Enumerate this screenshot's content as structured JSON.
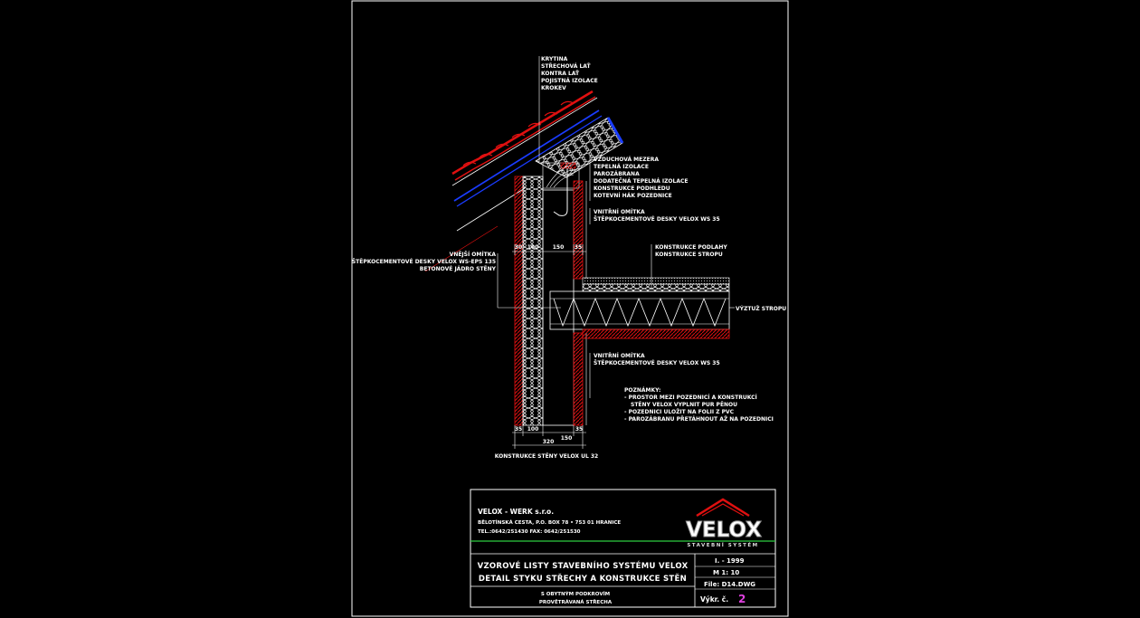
{
  "roof_labels": [
    "KRYTINA",
    "STŘECHOVÁ LAŤ",
    "KONTRA LAŤ",
    "POJISTNÁ IZOLACE",
    "KROKEV"
  ],
  "eave_labels": [
    "VZDUCHOVÁ MEZERA",
    "TEPELNÁ IZOLACE",
    "PAROZÁBRANA",
    "DODATEČNÁ TEPELNÁ IZOLACE",
    "KONSTRUKCE PODHLEDU",
    "KOTEVNÍ HÁK POZEDNICE"
  ],
  "inner_upper_labels": [
    "VNITŘNÍ OMÍTKA",
    "ŠTĚPKOCEMENTOVÉ DESKY VELOX WS 35"
  ],
  "outer_labels": [
    "VNĚJŠÍ OMÍTKA",
    "ŠTĚPKOCEMENTOVÉ DESKY VELOX WS-EPS 135",
    "BETONOVÉ JÁDRO STĚNY"
  ],
  "floor_labels": [
    "KONSTRUKCE PODLAHY",
    "KONSTRUKCE STROPU"
  ],
  "reinforcement_label": "VÝZTUŽ STROPU",
  "inner_lower_labels": [
    "VNITŘNÍ OMÍTKA",
    "ŠTĚPKOCEMENTOVÉ DESKY VELOX WS 35"
  ],
  "notes": {
    "title": "POZNÁMKY:",
    "lines": [
      "- PROSTOR MEZI POZEDNICÍ A KONSTRUKCÍ",
      "STĚNY VELOX VYPLNIT PUR PĚNOU",
      "- POZEDNICI ULOŽIT NA FOLII Z PVC",
      "- PAROZÁBRANU PŘETÁHNOUT AŽ NA POZEDNICI"
    ]
  },
  "dims_top": [
    "30",
    "100",
    "150",
    "35"
  ],
  "dims_bottom_row1": [
    "35",
    "100",
    "150",
    "35"
  ],
  "dims_bottom_total": "320",
  "wall_caption": "KONSTRUKCE STĚNY VELOX UL 32",
  "title_block": {
    "company": "VELOX - WERK s.r.o.",
    "address": "BĚLOTÍNSKÁ CESTA, P.O. BOX 78 • 753 01 HRANICE",
    "phone": "TEL.:0642/251430   FAX: 0642/251530",
    "logo": "VELOX",
    "logo_sub": "STAVEBNÍ SYSTÉM",
    "title1": "VZOROVÉ LISTY STAVEBNÍHO SYSTÉMU VELOX",
    "title2": "DETAIL STYKU STŘECHY A KONSTRUKCE STĚN",
    "subtitle1": "S OBYTNÝM PODKROVÍM",
    "subtitle2": "PROVĚTRÁVANÁ STŘECHA",
    "date": "I. - 1999",
    "scale": "M 1: 10",
    "file": "File: D14.DWG",
    "sheet_label": "Výkr. č.",
    "sheet_no": "2"
  },
  "colors": {
    "background": "#000000",
    "lines": "#ffffff",
    "red": "#e01010",
    "blue": "#1a3cff",
    "green": "#2ecc40",
    "sheet_no": "#e040e0"
  }
}
